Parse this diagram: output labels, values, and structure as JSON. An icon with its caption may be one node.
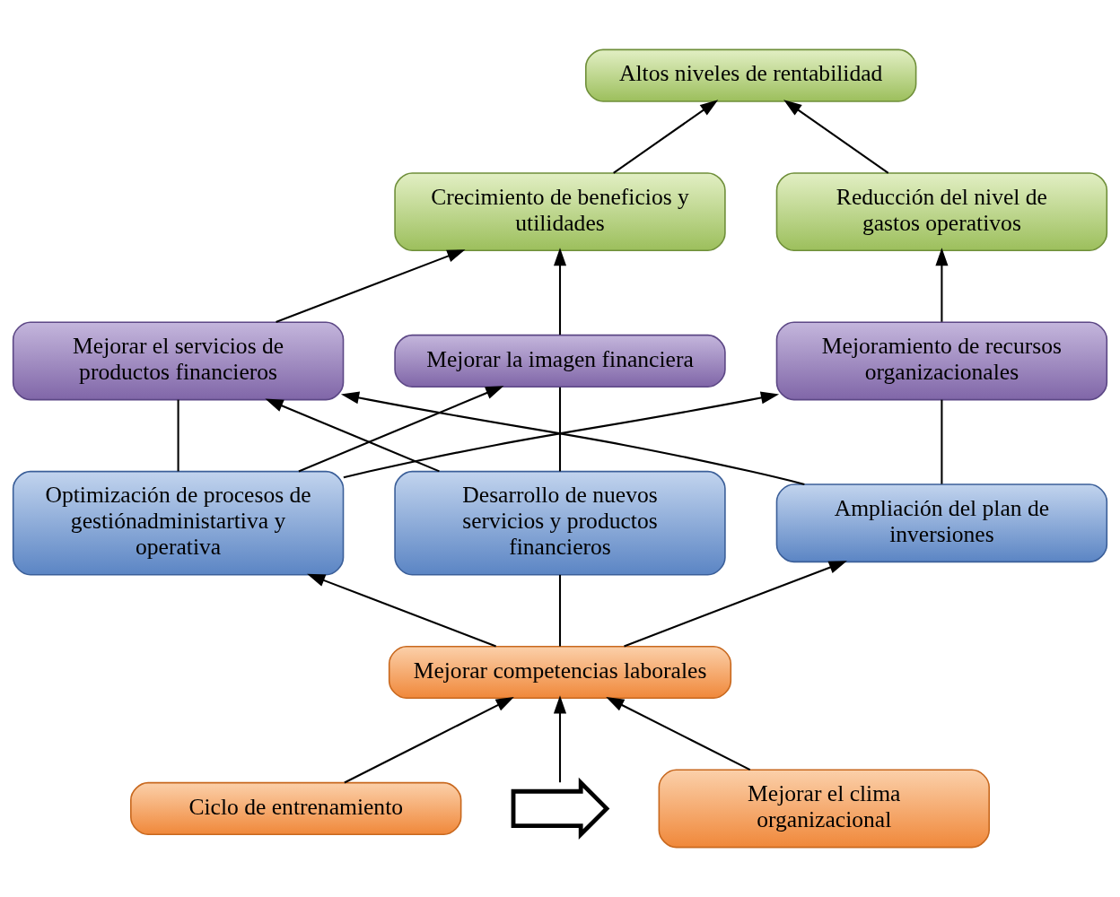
{
  "diagram": {
    "nodes": [
      {
        "text": [
          "Altos niveles de rentabilidad"
        ]
      },
      {
        "text": [
          "Crecimiento de beneficios y utilidades"
        ]
      },
      {
        "text": [
          "Reducción del nivel de gastos operativos"
        ]
      },
      {
        "text": [
          "Mejorar el servicios de productos financieros"
        ]
      },
      {
        "text": [
          "Mejorar la imagen financiera"
        ]
      },
      {
        "text": [
          "Mejoramiento de recursos organizacionales"
        ]
      },
      {
        "text": [
          "Optimización de procesos de gestiónadministartiva y operativa"
        ]
      },
      {
        "text": [
          "Desarrollo de nuevos servicios y productos financieros"
        ]
      },
      {
        "text": [
          "Ampliación del plan de inversiones"
        ]
      },
      {
        "text": [
          "Mejorar competencias laborales"
        ]
      },
      {
        "text": [
          "Ciclo de entrenamiento"
        ]
      },
      {
        "text": [],
        "shape": "arrow"
      },
      {
        "text": [
          "Mejorar el clima organizacional"
        ]
      }
    ],
    "edges": [
      {
        "from": 1,
        "to": 0,
        "arrow": "to"
      },
      {
        "from": 2,
        "to": 0,
        "arrow": "to"
      },
      {
        "from": 3,
        "to": 1,
        "arrow": "to"
      },
      {
        "from": 4,
        "to": 1,
        "arrow": "to"
      },
      {
        "from": 5,
        "to": 2,
        "arrow": "to"
      },
      {
        "from": 6,
        "to": 3,
        "arrow": "none"
      },
      {
        "from": 6,
        "to": 4,
        "arrow": "to"
      },
      {
        "from": 6,
        "to": 5,
        "arrow": "to"
      },
      {
        "from": 7,
        "to": 4,
        "arrow": "none"
      },
      {
        "from": 7,
        "to": 3,
        "arrow": "to"
      },
      {
        "from": 8,
        "to": 5,
        "arrow": "none"
      },
      {
        "from": 8,
        "to": 3,
        "arrow": "to"
      },
      {
        "from": 9,
        "to": 6,
        "arrow": "to"
      },
      {
        "from": 9,
        "to": 7,
        "arrow": "none"
      },
      {
        "from": 9,
        "to": 8,
        "arrow": "to"
      },
      {
        "from": 10,
        "to": 9,
        "arrow": "to"
      },
      {
        "from": 12,
        "to": 9,
        "arrow": "to"
      },
      {
        "from": 11,
        "to": 9,
        "arrow": "to"
      }
    ]
  }
}
